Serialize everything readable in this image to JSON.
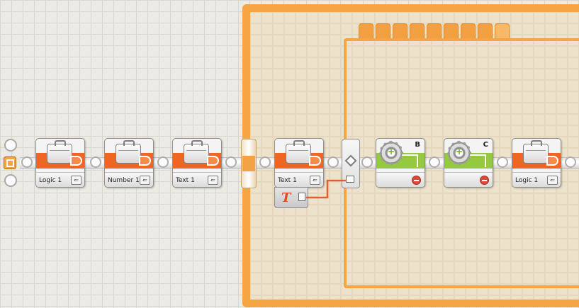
{
  "program": {
    "blocks": [
      {
        "id": "logic-1",
        "label": "Logic 1",
        "kind": "variable"
      },
      {
        "id": "number-1",
        "label": "Number 1",
        "kind": "variable"
      },
      {
        "id": "text-1",
        "label": "Text 1",
        "kind": "variable"
      },
      {
        "id": "text-1-in-loop",
        "label": "Text 1",
        "kind": "variable"
      },
      {
        "id": "motor-b",
        "label": "",
        "port": "B",
        "kind": "motor"
      },
      {
        "id": "motor-c",
        "label": "",
        "port": "C",
        "kind": "motor"
      },
      {
        "id": "logic-1-end",
        "label": "Logic 1",
        "kind": "variable"
      }
    ],
    "text_constant_icon": "T",
    "switch_tabs": 9,
    "colors": {
      "loop_orange": "#f5a544",
      "variable_band": "#f06522",
      "motor_band": "#95c93e",
      "wire": "#e0622a"
    }
  }
}
